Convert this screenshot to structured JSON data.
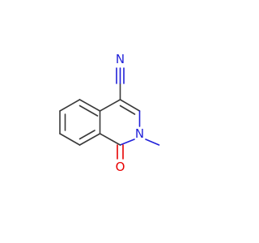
{
  "molecule": {
    "atoms": {
      "nitrile_nitrogen": {
        "symbol": "N",
        "color": "#2121d9"
      },
      "ring_nitrogen": {
        "symbol": "N",
        "color": "#2121d9"
      },
      "carbonyl_oxygen": {
        "symbol": "O",
        "color": "#e80000"
      }
    },
    "colors": {
      "bond": "#3a3a3a",
      "nitrogen": "#2121d9",
      "oxygen": "#e80000",
      "background": "#ffffff"
    }
  }
}
